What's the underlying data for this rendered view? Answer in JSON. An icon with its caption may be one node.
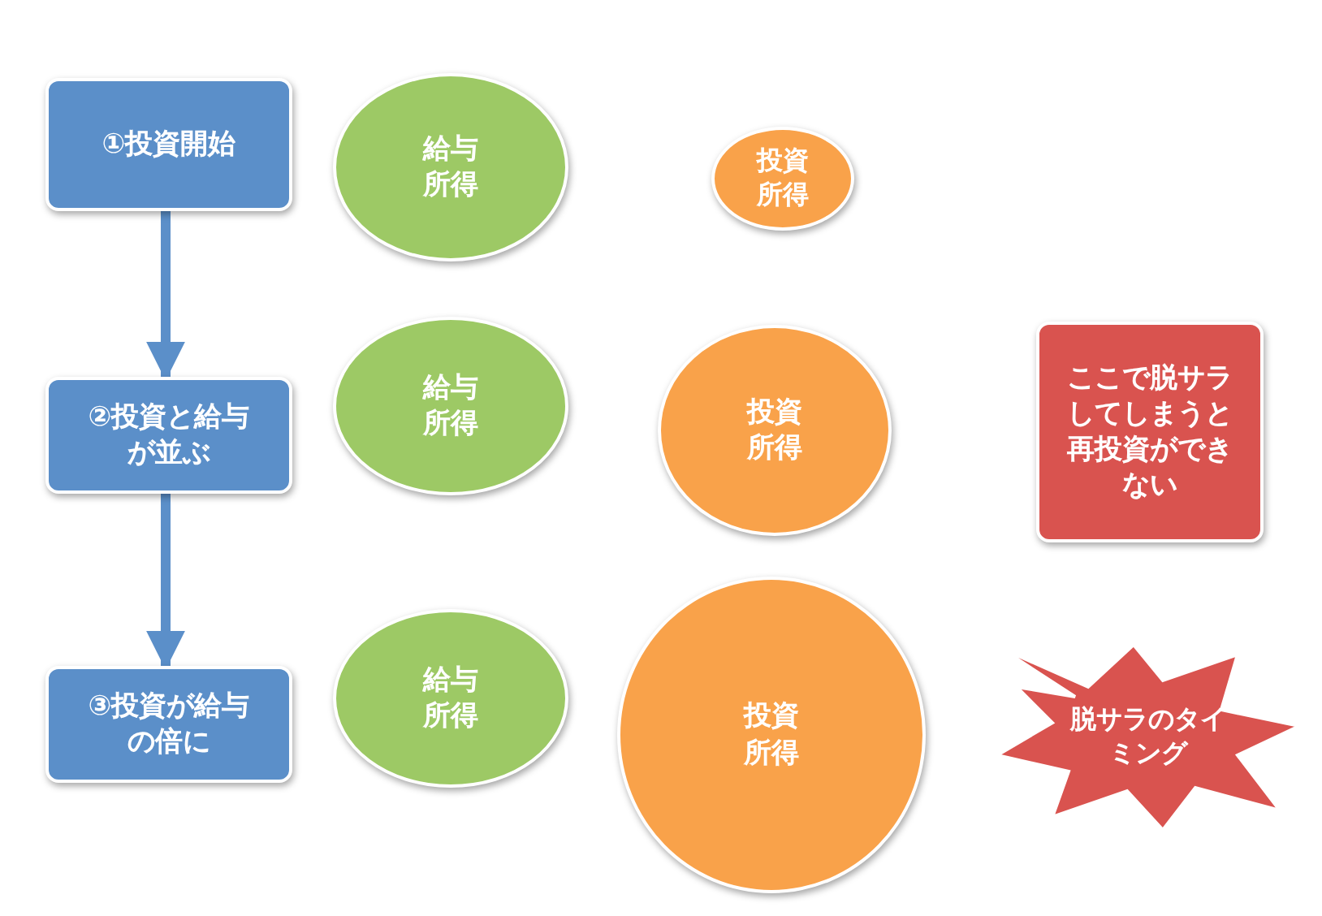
{
  "diagram": {
    "nodes": [
      {
        "text": [
          "①投資開始"
        ]
      },
      {
        "text": [
          "②投資と給与が並ぶ"
        ]
      },
      {
        "text": [
          "③投資が給与の倍に"
        ]
      },
      {
        "text": [
          "給与所得"
        ]
      },
      {
        "text": [
          "投資所得"
        ]
      },
      {
        "text": [
          "給与所得"
        ]
      },
      {
        "text": [
          "投資所得"
        ]
      },
      {
        "text": [
          "ここで脱サラしてしまうと再投資ができない"
        ]
      },
      {
        "text": [
          "給与所得"
        ]
      },
      {
        "text": [
          "投資所得"
        ]
      },
      {
        "text": [
          "脱サラのタイミング"
        ]
      }
    ],
    "edges": [
      {
        "from": 0,
        "to": 1,
        "arrow": "to"
      },
      {
        "from": 1,
        "to": 2,
        "arrow": "to"
      }
    ]
  }
}
